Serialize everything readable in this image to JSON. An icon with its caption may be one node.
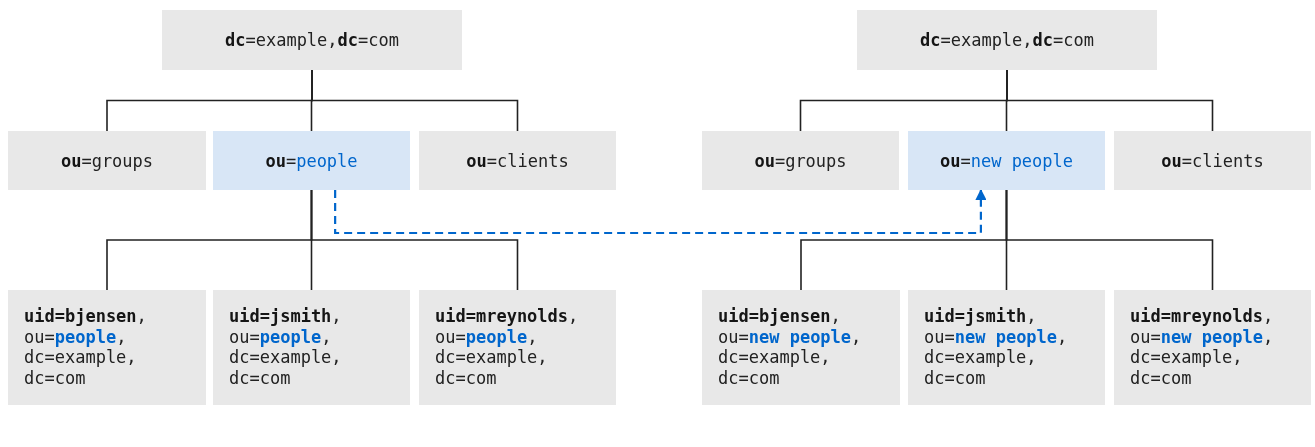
{
  "diagram": {
    "nodes": [
      {
        "text": [
          "**dc**=example,**dc**=com"
        ]
      },
      {
        "text": [
          "**ou**=groups"
        ]
      },
      {
        "text": [
          "**ou**=**people**"
        ]
      },
      {
        "text": [
          "**ou**=clients"
        ]
      },
      {
        "text": [
          "**uid=bjensen**, ou=**people**, dc=example, dc=com"
        ]
      },
      {
        "text": [
          "**uid=jsmith**, ou=**people**, dc=example, dc=com"
        ]
      },
      {
        "text": [
          "**uid=mreynolds**, ou=**people**, dc=example, dc=com"
        ]
      },
      {
        "text": [
          "**dc**=example,**dc**=com"
        ]
      },
      {
        "text": [
          "**ou**=groups"
        ]
      },
      {
        "text": [
          "**ou**=**new people**"
        ]
      },
      {
        "text": [
          "**ou**=clients"
        ]
      },
      {
        "text": [
          "**uid=bjensen**, ou=**new people**, dc=example, dc=com"
        ]
      },
      {
        "text": [
          "**uid=jsmith**, ou=**new people**, dc=example, dc=com"
        ]
      },
      {
        "text": [
          "**uid=mreynolds**, ou=**new people**, dc=example, dc=com"
        ]
      }
    ],
    "edges": [
      {
        "from": 0,
        "to": 1,
        "arrow": "none"
      },
      {
        "from": 0,
        "to": 2,
        "arrow": "none"
      },
      {
        "from": 0,
        "to": 3,
        "arrow": "none"
      },
      {
        "from": 2,
        "to": 4,
        "arrow": "none"
      },
      {
        "from": 2,
        "to": 5,
        "arrow": "none"
      },
      {
        "from": 2,
        "to": 6,
        "arrow": "none"
      },
      {
        "from": 7,
        "to": 8,
        "arrow": "none"
      },
      {
        "from": 7,
        "to": 9,
        "arrow": "none"
      },
      {
        "from": 7,
        "to": 10,
        "arrow": "none"
      },
      {
        "from": 9,
        "to": 11,
        "arrow": "none"
      },
      {
        "from": 9,
        "to": 12,
        "arrow": "none"
      },
      {
        "from": 9,
        "to": 13,
        "arrow": "none"
      },
      {
        "from": 2,
        "to": 9,
        "arrow": "to",
        "style": "dashed",
        "color": "#0066cc"
      }
    ]
  }
}
